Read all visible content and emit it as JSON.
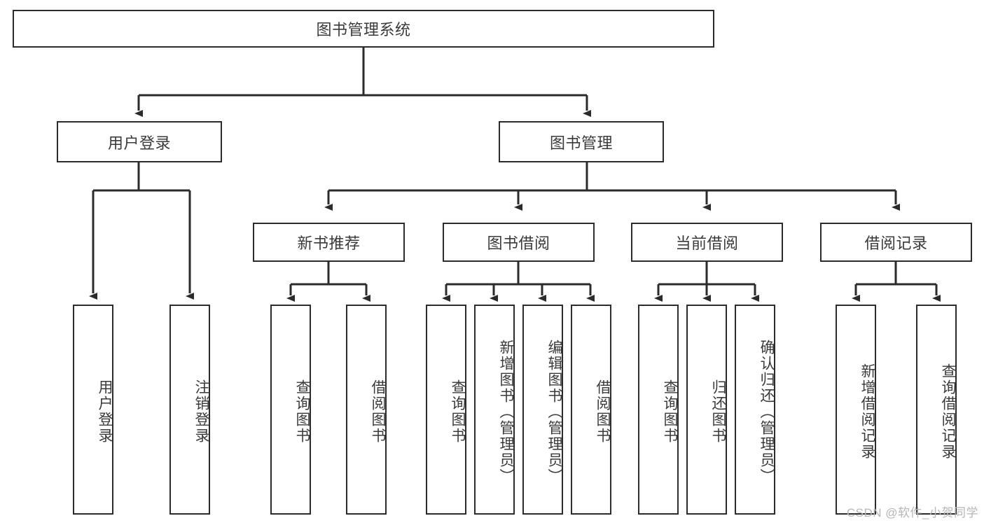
{
  "diagram": {
    "title": "图书管理系统",
    "watermark": "CSDN @软件_小贺同学",
    "colors": {
      "box_border": "#2b2b2b",
      "box_fill": "#ffffff",
      "edge": "#2b2b2b",
      "text": "#3a3a3a",
      "watermark": "#b6b6b6"
    },
    "root": {
      "label": "图书管理系统"
    },
    "level2": [
      {
        "label": "用户登录"
      },
      {
        "label": "图书管理"
      }
    ],
    "level3": [
      {
        "label": "新书推荐"
      },
      {
        "label": "图书借阅"
      },
      {
        "label": "当前借阅"
      },
      {
        "label": "借阅记录"
      }
    ],
    "leaves": {
      "user_login": [
        {
          "label": "用户登录"
        },
        {
          "label": "注销登录"
        }
      ],
      "new_book_recommend": [
        {
          "label": "查询图书"
        },
        {
          "label": "借阅图书"
        }
      ],
      "book_borrow": [
        {
          "label": "查询图书"
        },
        {
          "label": "新增图书（管理员）"
        },
        {
          "label": "编辑图书（管理员）"
        },
        {
          "label": "借阅图书"
        }
      ],
      "current_borrow": [
        {
          "label": "查询图书"
        },
        {
          "label": "归还图书"
        },
        {
          "label": "确认归还（管理员）"
        }
      ],
      "borrow_record": [
        {
          "label": "新增借阅记录"
        },
        {
          "label": "查询借阅记录"
        }
      ]
    }
  }
}
